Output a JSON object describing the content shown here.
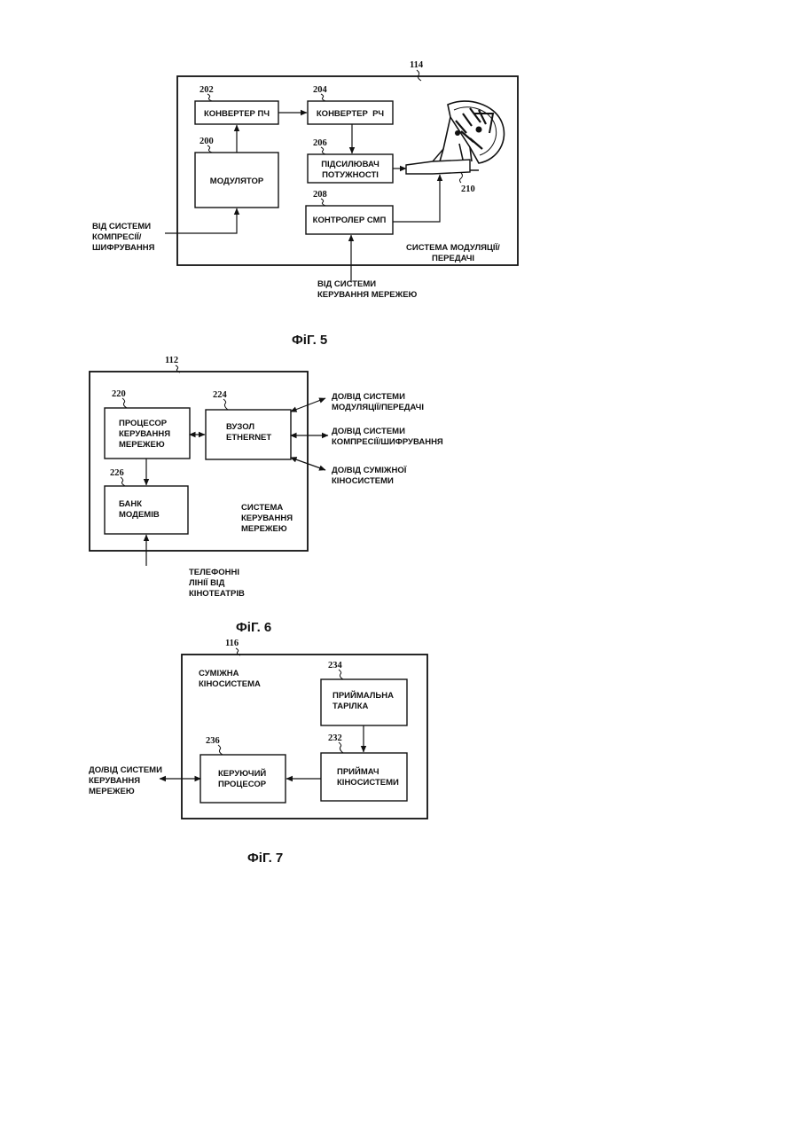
{
  "fig5": {
    "system_ref": "114",
    "caption": "ФіГ. 5",
    "system_label": [
      "СИСТЕМА МОДУЛЯЦІЇ/",
      "ПЕРЕДАЧІ"
    ],
    "blocks": {
      "if_converter": {
        "ref": "202",
        "label": [
          "КОНВЕРТЕР ПЧ"
        ]
      },
      "rf_converter": {
        "ref": "204",
        "label": [
          "КОНВЕРТЕР  РЧ"
        ]
      },
      "modulator": {
        "ref": "200",
        "label": [
          "МОДУЛЯТОР"
        ]
      },
      "power_amplifier": {
        "ref": "206",
        "label": [
          "ПІДСИЛЮВАЧ",
          "ПОТУЖНОСТІ"
        ]
      },
      "controller": {
        "ref": "208",
        "label": [
          "КОНТРОЛЕР СМП"
        ]
      },
      "antenna": {
        "ref": "210"
      }
    },
    "input_compression": [
      "ВІД СИСТЕМИ",
      "КОМПРЕСІЇ/",
      "ШИФРУВАННЯ"
    ],
    "input_network": [
      "ВІД СИСТЕМИ",
      "КЕРУВАННЯ МЕРЕЖЕЮ"
    ]
  },
  "fig6": {
    "system_ref": "112",
    "caption": "ФіГ. 6",
    "system_label": [
      "СИСТЕМА",
      "КЕРУВАННЯ",
      "МЕРЕЖЕЮ"
    ],
    "blocks": {
      "processor": {
        "ref": "220",
        "label": [
          "ПРОЦЕСОР",
          "КЕРУВАННЯ",
          "МЕРЕЖЕЮ"
        ]
      },
      "ethernet": {
        "ref": "224",
        "label": [
          "ВУЗОЛ",
          "ETHERNET"
        ]
      },
      "modem_bank": {
        "ref": "226",
        "label": [
          "БАНК",
          "МОДЕМІВ"
        ]
      }
    },
    "link_modulation": [
      "ДО/ВІД СИСТЕМИ",
      "МОДУЛЯЦІЇ/ПЕРЕДАЧІ"
    ],
    "link_compression": [
      "ДО/ВІД СИСТЕМИ",
      "КОМПРЕСІЇ/ШИФРУВАННЯ"
    ],
    "link_related": [
      "ДО/ВІД СУМІЖНОЇ",
      "КІНОСИСТЕМИ"
    ],
    "input_phone": [
      "ТЕЛЕФОННІ",
      "ЛІНІЇ ВІД",
      "КІНОТЕАТРІВ"
    ]
  },
  "fig7": {
    "system_ref": "116",
    "caption": "ФіГ. 7",
    "system_label": [
      "СУМІЖНА",
      "КІНОСИСТЕМА"
    ],
    "blocks": {
      "dish": {
        "ref": "234",
        "label": [
          "ПРИЙМАЛЬНА",
          "ТАРІЛКА"
        ]
      },
      "receiver": {
        "ref": "232",
        "label": [
          "ПРИЙМАЧ",
          "КІНОСИСТЕМИ"
        ]
      },
      "control_processor": {
        "ref": "236",
        "label": [
          "КЕРУЮЧИЙ",
          "ПРОЦЕСОР"
        ]
      }
    },
    "link_network": [
      "ДО/ВІД СИСТЕМИ",
      "КЕРУВАННЯ",
      "МЕРЕЖЕЮ"
    ]
  }
}
